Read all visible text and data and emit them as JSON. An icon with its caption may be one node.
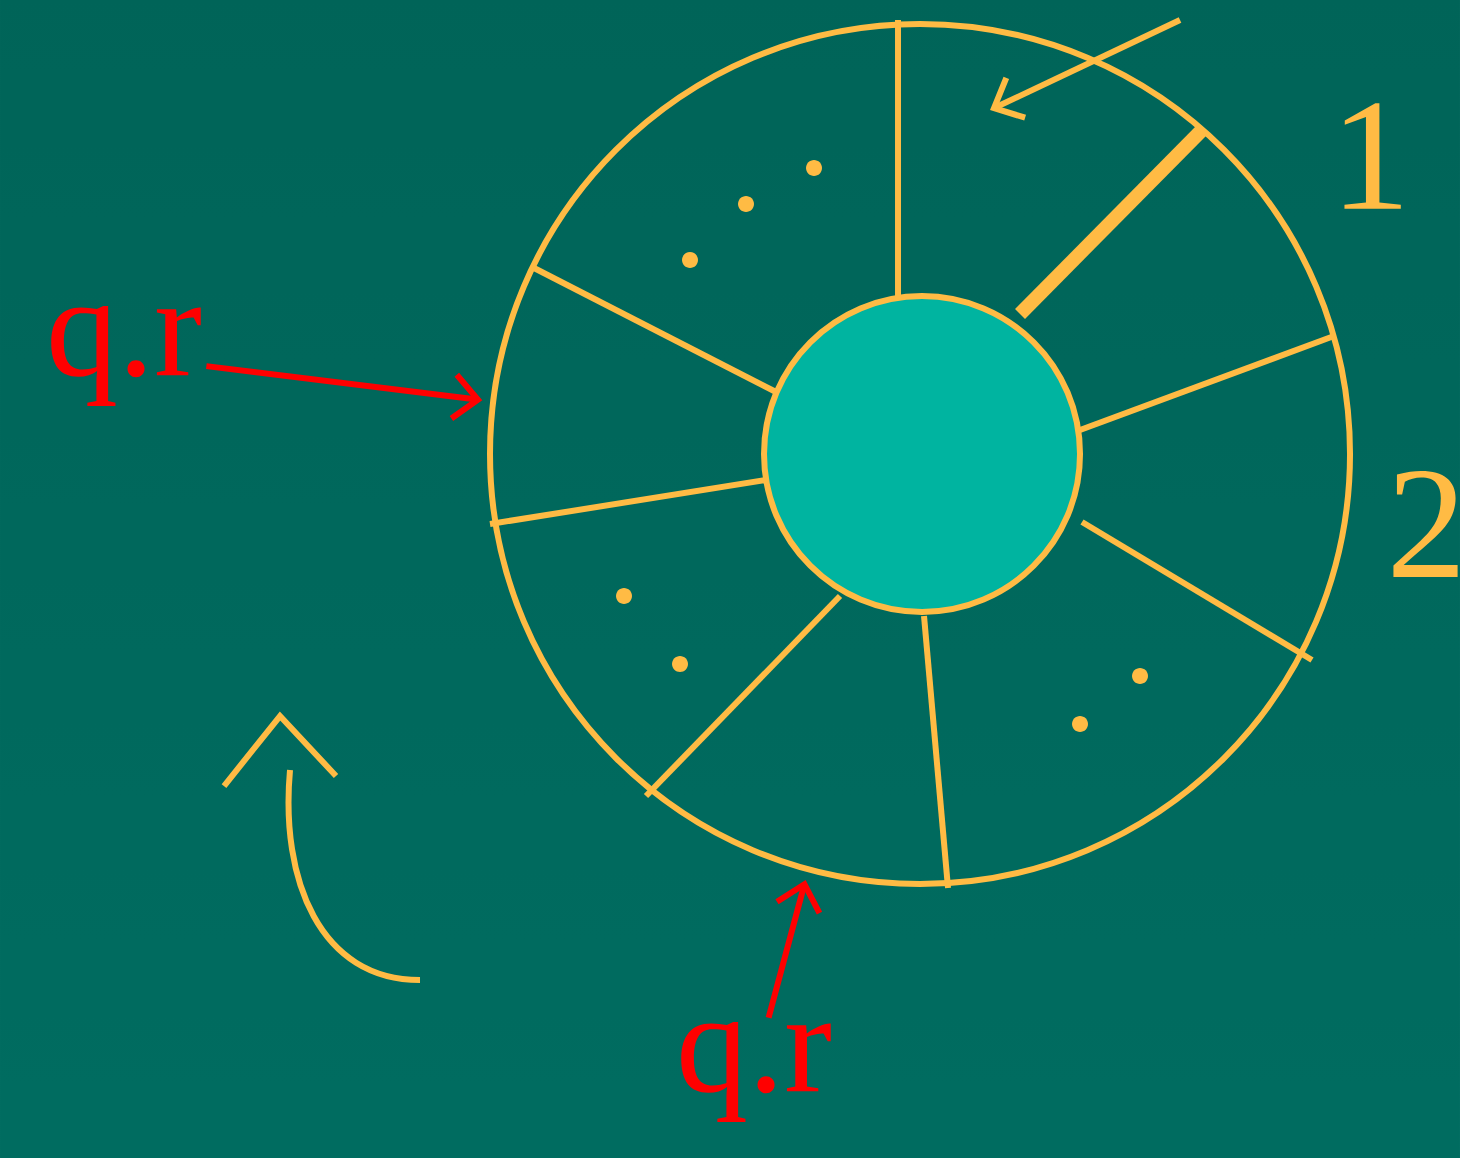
{
  "diagram": {
    "nodes": [
      {
        "text": [],
        "shape": "circle"
      },
      {
        "text": [],
        "shape": "circle",
        "in": 0
      },
      {
        "text": [
          "q.r"
        ]
      },
      {
        "text": [
          "q.r"
        ]
      }
    ],
    "edges": [
      {
        "from": 2,
        "to": 0,
        "arrow": "to",
        "color": "#ff0000"
      },
      {
        "from": 3,
        "to": 0,
        "arrow": "to",
        "color": "#ff0000"
      },
      {
        "from": null,
        "to": 0,
        "arrow": "to",
        "color": "#ffbb44"
      }
    ],
    "labels": [
      "1",
      "2"
    ]
  }
}
